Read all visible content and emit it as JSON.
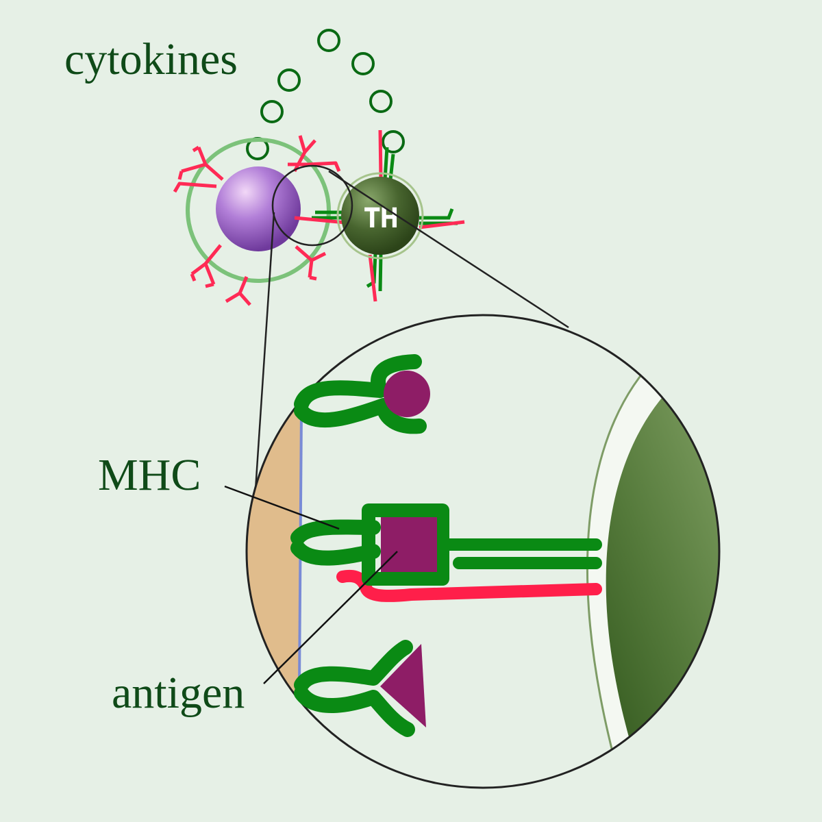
{
  "labels": {
    "cytokines": "cytokines",
    "mhc": "MHC",
    "antigen": "antigen",
    "t_helper": "TH"
  },
  "colors": {
    "background": "#e6f0e6",
    "label_text": "#0f4a18",
    "receptor_green": "#0a8a14",
    "receptor_red": "#ff1f4a",
    "antigen_magenta": "#8e1d66",
    "b_cell_purple": "#9b59c7",
    "t_cell_green": "#3f5f2a",
    "membrane_tan": "#e0bc8c"
  },
  "icons": {
    "b_cell": "purple-sphere-icon",
    "t_cell": "dark-green-sphere-icon",
    "cytokine": "small-ring-icon"
  }
}
